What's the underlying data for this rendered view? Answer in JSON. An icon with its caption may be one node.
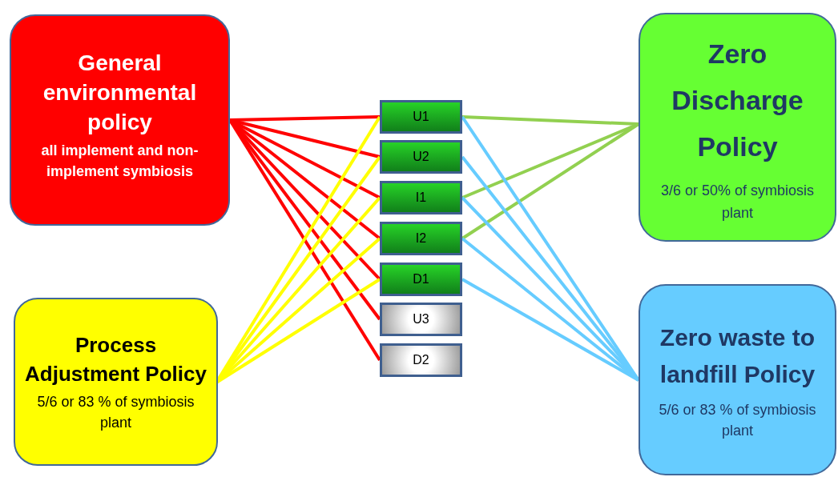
{
  "diagram": {
    "nodes": [
      {
        "text": [
          "General environmental policy",
          "all implement and non-implement symbiosis"
        ]
      },
      {
        "text": [
          "Process Adjustment Policy",
          "5/6  or 83 % of symbiosis plant"
        ]
      },
      {
        "text": [
          "U1"
        ]
      },
      {
        "text": [
          "U2"
        ]
      },
      {
        "text": [
          "I1"
        ]
      },
      {
        "text": [
          "I2"
        ]
      },
      {
        "text": [
          "D1"
        ]
      },
      {
        "text": [
          "U3"
        ]
      },
      {
        "text": [
          "D2"
        ]
      },
      {
        "text": [
          "Zero Discharge Policy",
          "3/6 or 50% of symbiosis plant"
        ]
      },
      {
        "text": [
          "Zero waste to landfill Policy",
          "5/6  or 83 % of symbiosis plant"
        ]
      }
    ],
    "edges": [
      {
        "from": 0,
        "to": 2,
        "arrow": "none",
        "color": "#ff0000"
      },
      {
        "from": 0,
        "to": 3,
        "arrow": "none",
        "color": "#ff0000"
      },
      {
        "from": 0,
        "to": 4,
        "arrow": "none",
        "color": "#ff0000"
      },
      {
        "from": 0,
        "to": 5,
        "arrow": "none",
        "color": "#ff0000"
      },
      {
        "from": 0,
        "to": 6,
        "arrow": "none",
        "color": "#ff0000"
      },
      {
        "from": 0,
        "to": 7,
        "arrow": "none",
        "color": "#ff0000"
      },
      {
        "from": 0,
        "to": 8,
        "arrow": "none",
        "color": "#ff0000"
      },
      {
        "from": 1,
        "to": 2,
        "arrow": "none",
        "color": "#ffff00"
      },
      {
        "from": 1,
        "to": 3,
        "arrow": "none",
        "color": "#ffff00"
      },
      {
        "from": 1,
        "to": 4,
        "arrow": "none",
        "color": "#ffff00"
      },
      {
        "from": 1,
        "to": 5,
        "arrow": "none",
        "color": "#ffff00"
      },
      {
        "from": 1,
        "to": 6,
        "arrow": "none",
        "color": "#ffff00"
      },
      {
        "from": 2,
        "to": 9,
        "arrow": "none",
        "color": "#92d050"
      },
      {
        "from": 4,
        "to": 9,
        "arrow": "none",
        "color": "#92d050"
      },
      {
        "from": 5,
        "to": 9,
        "arrow": "none",
        "color": "#92d050"
      },
      {
        "from": 2,
        "to": 10,
        "arrow": "none",
        "color": "#66ccff"
      },
      {
        "from": 3,
        "to": 10,
        "arrow": "none",
        "color": "#66ccff"
      },
      {
        "from": 4,
        "to": 10,
        "arrow": "none",
        "color": "#66ccff"
      },
      {
        "from": 5,
        "to": 10,
        "arrow": "none",
        "color": "#66ccff"
      },
      {
        "from": 6,
        "to": 10,
        "arrow": "none",
        "color": "#66ccff"
      }
    ]
  }
}
